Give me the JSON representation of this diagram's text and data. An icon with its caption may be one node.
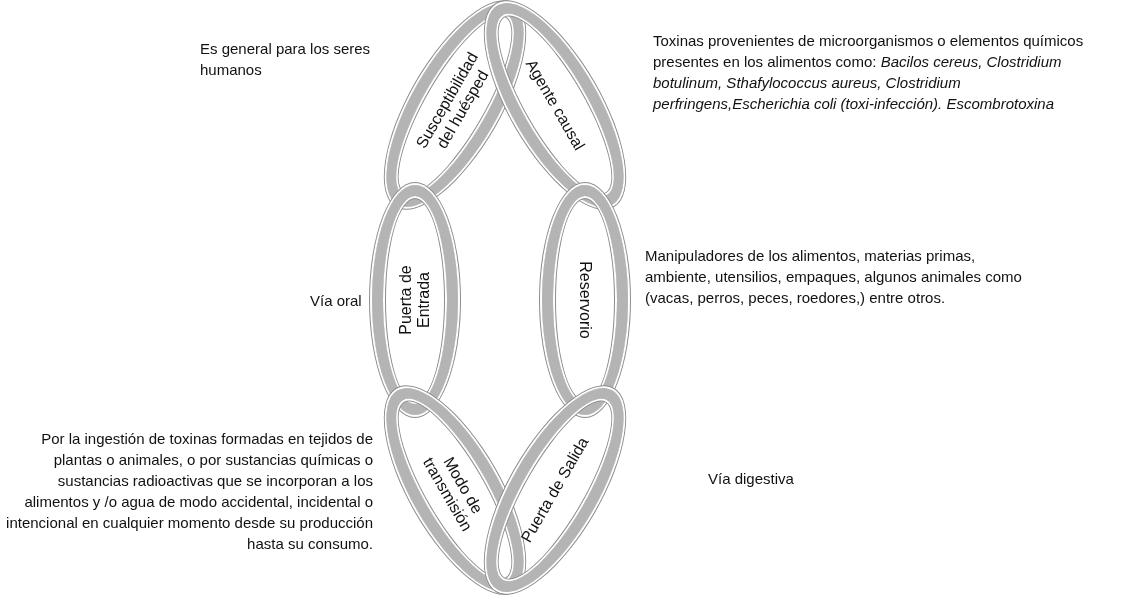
{
  "diagram": {
    "nodes": [
      {
        "text": [
          "Susceptibilidad del huésped"
        ],
        "beside": [
          "Es general para los seres humanos"
        ]
      },
      {
        "text": [
          "Agente causal"
        ],
        "beside": [
          "Toxinas provenientes de microorganismos o elementos químicos presentes en los alimentos como: *Bacilos cereus, Clostridium botulinum, Sthafylococcus aureus, Clostridium perfringens,Escherichia coli (toxi-infección). Escombrotoxina*"
        ]
      },
      {
        "text": [
          "Puerta de Entrada"
        ],
        "beside": [
          "Vía oral"
        ]
      },
      {
        "text": [
          "Reservorio"
        ],
        "beside": [
          "Manipuladores de los alimentos, materias primas, ambiente, utensilios, empaques, algunos animales como (vacas, perros, peces, roedores,) entre otros."
        ]
      },
      {
        "text": [
          "Modo de transmisión"
        ],
        "beside": [
          "Por la ingestión de toxinas formadas en tejidos de plantas o animales, o por sustancias químicas o sustancias radioactivas que se incorporan a los alimentos y /o agua de modo accidental, incidental o intencional en cualquier momento desde su producción hasta su consumo."
        ]
      },
      {
        "text": [
          "Puerta de Salida"
        ],
        "beside": [
          "Vía digestiva"
        ]
      }
    ]
  }
}
